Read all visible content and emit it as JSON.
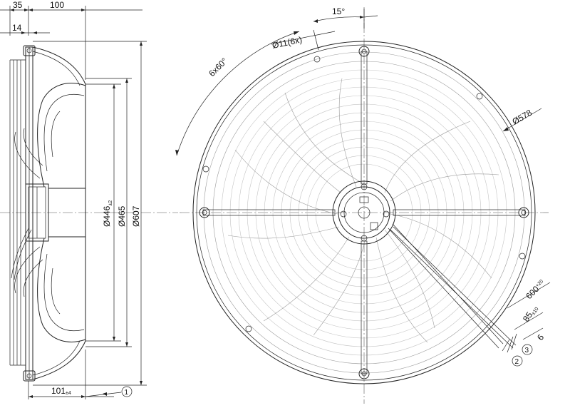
{
  "side_view": {
    "dim_35": "35",
    "dim_100": "100",
    "dim_14": "14",
    "dim_446": "Ø446",
    "dim_446_tol": "±2",
    "dim_465": "Ø465",
    "dim_607": "Ø607",
    "dim_101": "101",
    "dim_101_tol": "±4",
    "callout_1": "1"
  },
  "front_view": {
    "angle_15": "15°",
    "holes": "Ø11(6x)",
    "pattern": "6x60°",
    "dim_578": "Ø578",
    "cable_600": "600",
    "cable_600_tol": "+20",
    "cable_85": "85",
    "cable_85_tol": "±10",
    "cable_6": "6",
    "callout_2": "2",
    "callout_3": "3"
  }
}
